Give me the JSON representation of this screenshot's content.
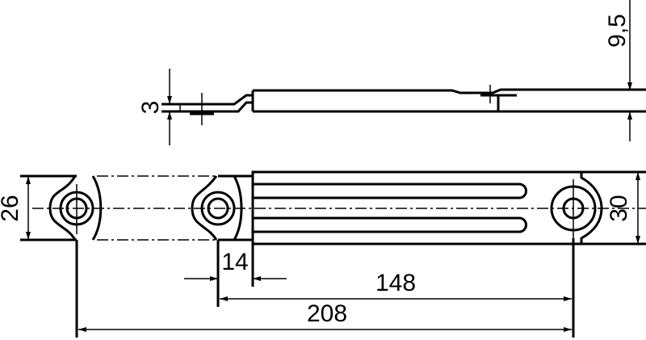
{
  "drawing": {
    "dimensions": {
      "thickness_end": "3",
      "offset_height": "9,5",
      "width_end": "26",
      "width_plate": "30",
      "offset_14": "14",
      "length_148": "148",
      "length_208": "208"
    },
    "line_color": "#000000",
    "background": "#ffffff"
  }
}
